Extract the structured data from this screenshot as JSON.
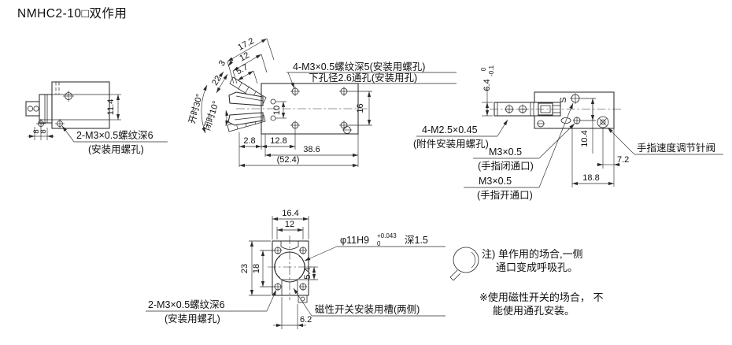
{
  "title": "NMHC2-10□双作用",
  "colors": {
    "line": "#2a2a2a",
    "text": "#111111",
    "background": "#ffffff"
  },
  "views": {
    "side_left": {
      "d11_4": "11.4",
      "d8_inner": "8",
      "d8_outer": "8",
      "mount_label1": "2-M3×0.5螺纹深6",
      "mount_label2": "(安装用螺孔)"
    },
    "front": {
      "d17_2": "17.2",
      "d12": "12",
      "d5_7": "5.7",
      "d3": "3",
      "d22": "22",
      "d10": "10",
      "d16": "16",
      "d2_8": "2.8",
      "d12_8": "12.8",
      "d38_6": "38.6",
      "d52_4": "(52.4)",
      "open_angle": "开时30°",
      "close_angle": "闭时10°",
      "hole_label1": "4-M3×0.5螺纹深5(安装用螺孔)",
      "hole_label2": "下孔径2.6通孔(安装用孔)"
    },
    "side_right": {
      "d6_4": "6.4",
      "tol_up": "0",
      "tol_low": "-0.1",
      "s_mark": "S",
      "d10_4": "10.4",
      "d7_2": "7.2",
      "d18_8": "18.8",
      "m25_label1": "4-M2.5×0.45",
      "m25_label2": "(附件安装用螺孔)",
      "close_label1": "M3×0.5",
      "close_label2": "(手指闭通口)",
      "open_label1": "M3×0.5",
      "open_label2": "(手指开通口)",
      "valve_label": "手指速度调节针阀"
    },
    "bottom": {
      "d16_4": "16.4",
      "d12": "12",
      "d23": "23",
      "d18": "18",
      "d5_4": "5.4",
      "d6_2": "6.2",
      "bore": "φ11H9",
      "bore_tol_up": "+0.043",
      "bore_tol_low": "0",
      "bore_depth": "深1.5",
      "mount_label1": "2-M3×0.5螺纹深6",
      "mount_label2": "(安装用螺孔)",
      "slot_label": "磁性开关安装用槽(两侧)"
    }
  },
  "notes": {
    "n1_line1": "注) 单作用的场合,一侧",
    "n1_line2": "通口变成呼吸孔。",
    "n2_line1": "※使用磁性开关的场合， 不",
    "n2_line2": "能使用通孔安装。"
  }
}
